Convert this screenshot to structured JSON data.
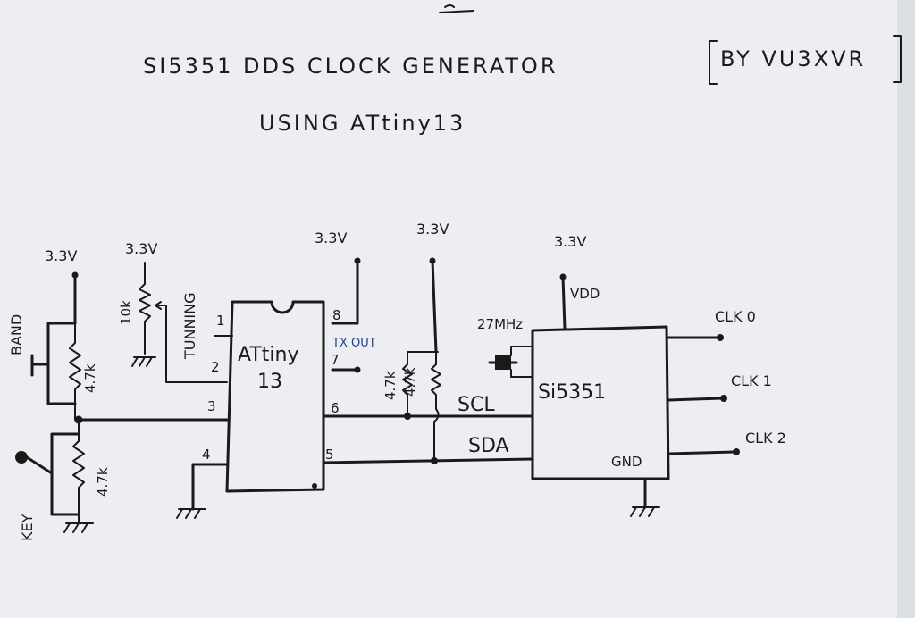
{
  "title": {
    "line1": "SI5351   DDS   CLOCK   GENERATOR",
    "byline": "BY  VU3XVR",
    "line2": "USING   ATtiny13"
  },
  "supply": {
    "band": "3.3V",
    "pot": "3.3V",
    "mcu": "3.3V",
    "pullup": "3.3V",
    "si": "3.3V"
  },
  "mcu": {
    "name_line1": "ATtiny",
    "name_line2": "13",
    "pins": {
      "p1": "1",
      "p2": "2",
      "p3": "3",
      "p4": "4",
      "p5": "5",
      "p6": "6",
      "p7": "7",
      "p8": "8"
    },
    "tx_out": "TX OUT"
  },
  "si5351": {
    "name": "Si5351",
    "vdd": "VDD",
    "gnd": "GND",
    "crystal": "27MHz",
    "clk0": "CLK 0",
    "clk1": "CLK 1",
    "clk2": "CLK 2"
  },
  "bus": {
    "scl": "SCL",
    "sda": "SDA"
  },
  "resistors": {
    "band_r": "4.7k",
    "key_r": "4.7k",
    "pot": "10k",
    "pull1": "4.7k",
    "pull2": "4.7k"
  },
  "labels": {
    "band": "BAND",
    "key": "KEY",
    "tuning": "TUNNING"
  }
}
